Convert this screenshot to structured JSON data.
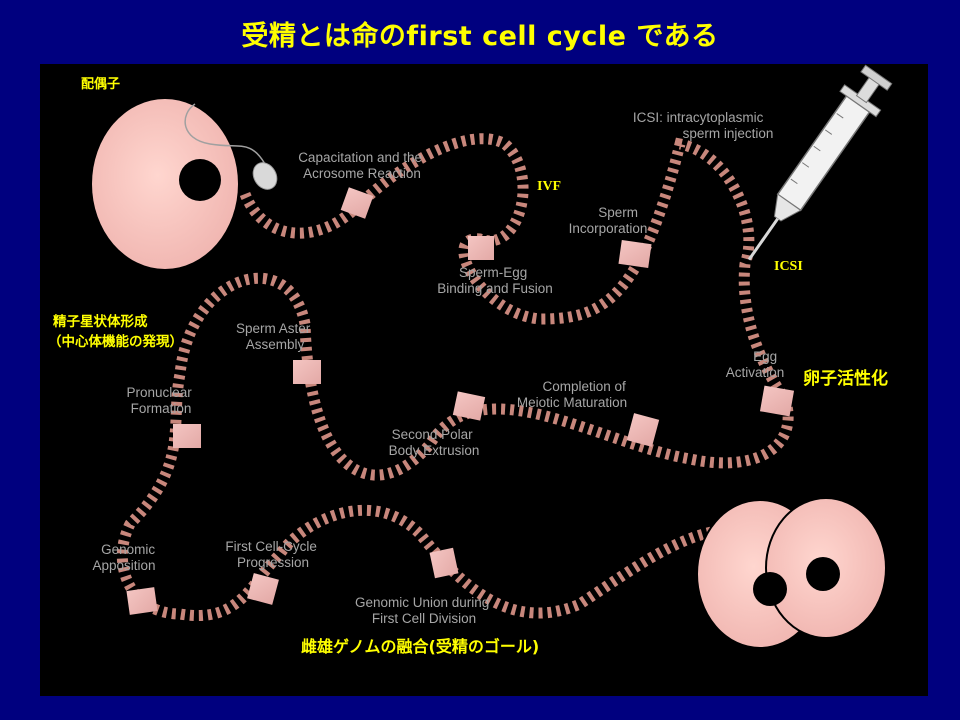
{
  "title": "受精とは命のfirst cell cycle である",
  "annotations": {
    "gamete": "配偶子",
    "ivf": "IVF",
    "icsi": "ICSI",
    "sperm_aster_line1": "精子星状体形成",
    "sperm_aster_line2": "（中心体機能の発現）",
    "egg_activation": "卵子活性化",
    "genome_union": "雌雄ゲノムの融合(受精のゴール)"
  },
  "stages": {
    "capacitation": [
      "Capacitation and the",
      "Acrosome Reaction"
    ],
    "binding": [
      "Sperm-Egg",
      "Binding and Fusion"
    ],
    "icsi_desc": [
      "ICSI: intracytoplasmic",
      "sperm injection"
    ],
    "incorporation": [
      "Sperm",
      "Incorporation"
    ],
    "egg_activation": [
      "Egg",
      "Activation"
    ],
    "meiotic": [
      "Completion of",
      "Meiotic Maturation"
    ],
    "polar_body": [
      "Second Polar",
      "Body Extrusion"
    ],
    "sperm_aster": [
      "Sperm Aster",
      "Assembly"
    ],
    "pronuclear": [
      "Pronuclear",
      "Formation"
    ],
    "genomic_apposition": [
      "Genomic",
      "Apposition"
    ],
    "first_cycle": [
      "First Cell-Cycle",
      "Progression"
    ],
    "genomic_union": [
      "Genomic Union during",
      "First Cell Division"
    ]
  }
}
